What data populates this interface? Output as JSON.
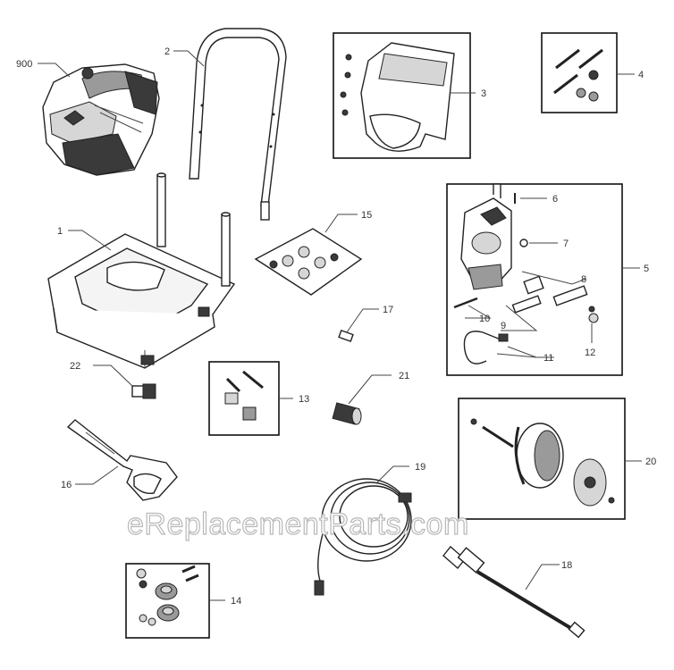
{
  "watermark": "eReplacementParts.com",
  "callouts": {
    "engine": "900",
    "frame": "1",
    "handle": "2",
    "panel_kit": "3",
    "hardware_kit": "4",
    "pump": "5",
    "pump_pin": "6",
    "pump_plug": "7",
    "pump_part_8": "8",
    "pump_part_9": "9",
    "pump_part_10": "10",
    "pump_hose": "11",
    "pump_part_12": "12",
    "bolt_kit": "13",
    "oring_kit": "14",
    "seal_kit": "15",
    "spray_gun": "16",
    "nozzle_tip": "17",
    "wand": "18",
    "hose": "19",
    "wheel_kit": "20",
    "quick_coupler": "21",
    "inlet_fitting": "22"
  }
}
